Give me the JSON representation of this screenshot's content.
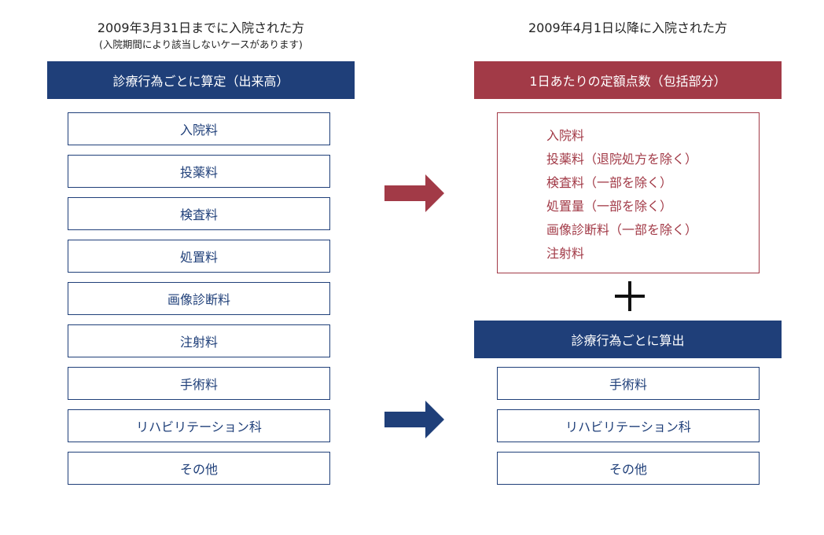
{
  "before": {
    "heading": "2009年3月31日までに入院された方",
    "note": "(入院期間により該当しないケースがあります)",
    "banner": "診療行為ごとに算定（出来高）",
    "items": [
      "入院料",
      "投薬料",
      "検査料",
      "処置料",
      "画像診断料",
      "注射料",
      "手術料",
      "リハビリテーション科",
      "その他"
    ]
  },
  "after": {
    "heading": "2009年4月1日以降に入院された方",
    "banner_included": "1日あたりの定額点数（包括部分）",
    "included_items": [
      "入院料",
      "投薬料（退院処方を除く）",
      "検査料（一部を除く）",
      "処置量（一部を除く）",
      "画像診断料（一部を除く）",
      "注射料"
    ],
    "banner_per_item": "診療行為ごとに算出",
    "per_item_items": [
      "手術料",
      "リハビリテーション科",
      "その他"
    ]
  },
  "colors": {
    "navy": "#1f3f79",
    "red": "#a23a47"
  },
  "icons": {
    "arrow_top": "right-arrow-icon",
    "arrow_bottom": "right-arrow-icon",
    "plus": "plus-icon"
  }
}
